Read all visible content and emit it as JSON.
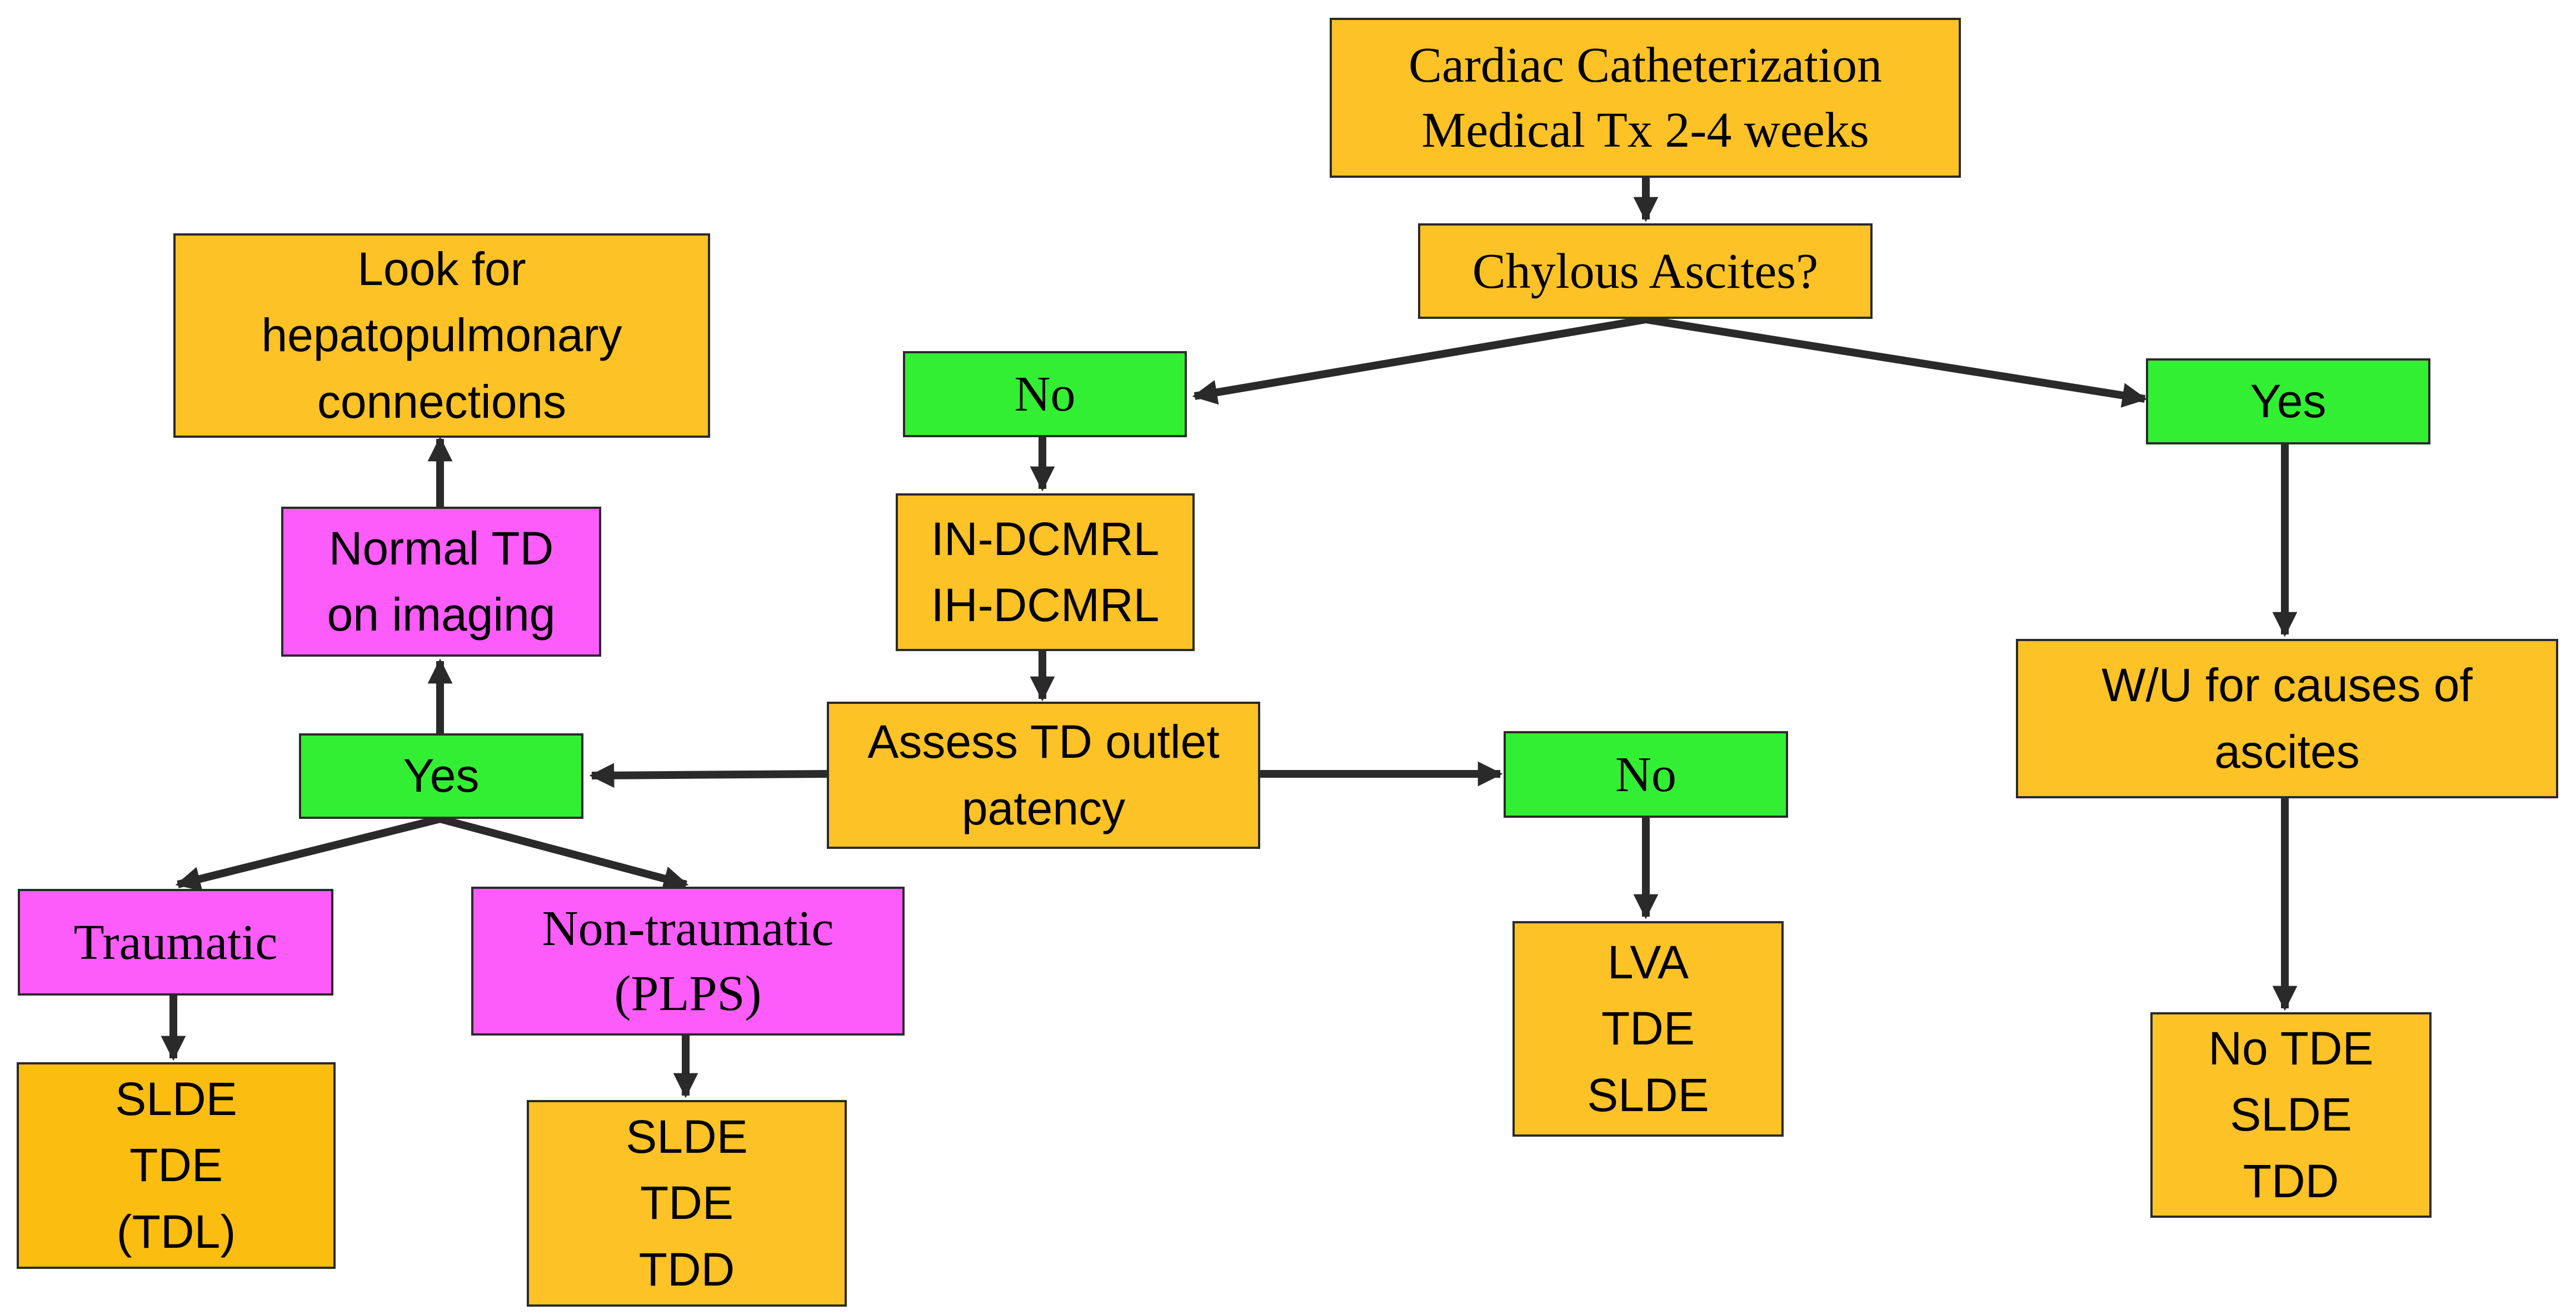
{
  "nodes": {
    "cath": [
      "Cardiac Catheterization",
      "Medical Tx 2-4 weeks"
    ],
    "chylous": [
      "Chylous Ascites?"
    ],
    "no_top": [
      "No"
    ],
    "yes_right": [
      "Yes"
    ],
    "dcmrl": [
      "IN-DCMRL",
      "IH-DCMRL"
    ],
    "assess": [
      "Assess TD outlet",
      "patency"
    ],
    "yes_left": [
      "Yes"
    ],
    "no_mid": [
      "No"
    ],
    "normal_td": [
      "Normal TD",
      "on imaging"
    ],
    "look_for": [
      "Look for",
      "hepatopulmonary",
      "connections"
    ],
    "traumatic": [
      "Traumatic"
    ],
    "nontraumatic": [
      "Non-traumatic",
      "(PLPS)"
    ],
    "tx_traumatic": [
      "SLDE",
      "TDE",
      "(TDL)"
    ],
    "tx_nontraumatic": [
      "SLDE",
      "TDE",
      "TDD"
    ],
    "tx_no": [
      "LVA",
      "TDE",
      "SLDE"
    ],
    "wu_ascites": [
      "W/U for causes of",
      "ascites"
    ],
    "tx_yes": [
      "No TDE",
      "SLDE",
      "TDD"
    ]
  },
  "colors": {
    "orange": "#fcc226",
    "green": "#33ef33",
    "pink": "#fb5cfa",
    "arrow": "#2a2a2a"
  }
}
